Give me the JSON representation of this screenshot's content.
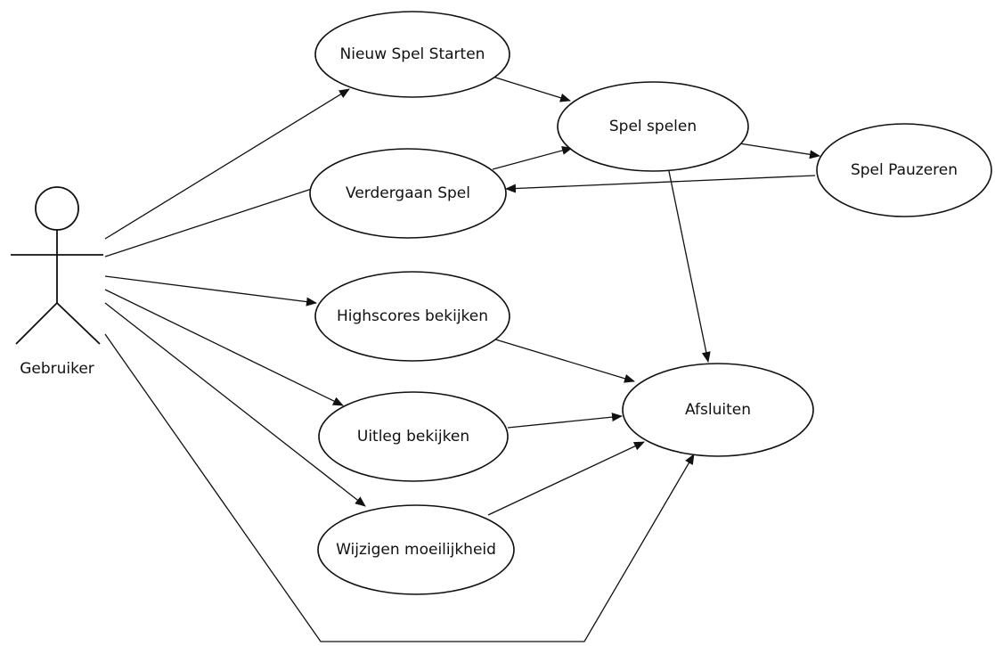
{
  "actor": {
    "label": "Gebruiker"
  },
  "use_cases": {
    "nieuw_spel_starten": "Nieuw Spel Starten",
    "spel_spelen": "Spel spelen",
    "verdergaan_spel": "Verdergaan Spel",
    "spel_pauzeren": "Spel Pauzeren",
    "highscores_bekijken": "Highscores bekijken",
    "afsluiten": "Afsluiten",
    "uitleg_bekijken": "Uitleg bekijken",
    "wijzigen_moeilijkheid": "Wijzigen moeilijkheid"
  }
}
